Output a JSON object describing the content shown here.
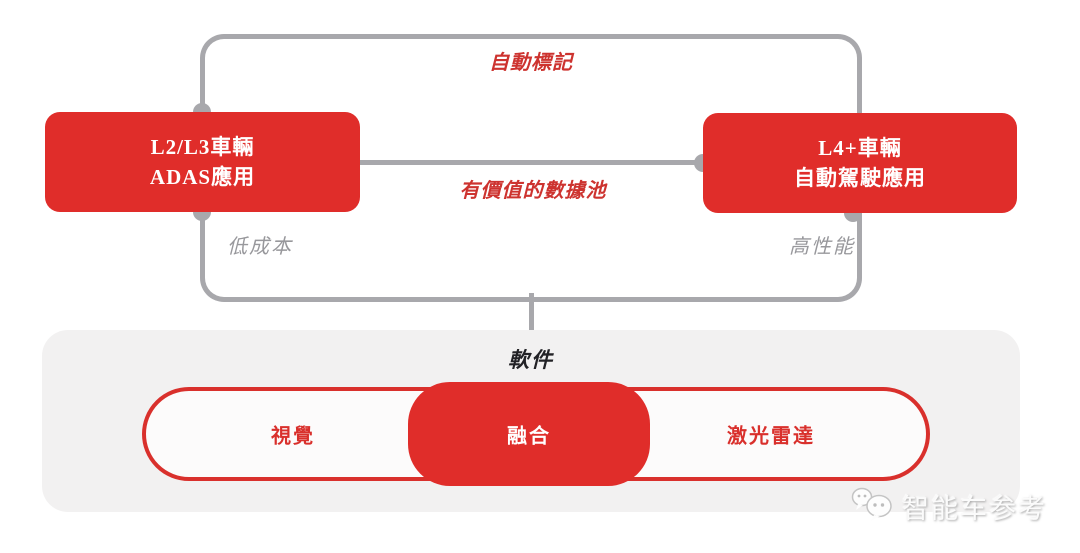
{
  "colors": {
    "box_red": "#e02d2a",
    "label_red": "#cd332f",
    "pill_border_red": "#d9302c",
    "line_gray": "#a8a8ac",
    "muted_gray": "#98989c",
    "panel_gray": "#f2f1f1",
    "title_dark": "#222226",
    "white": "#ffffff"
  },
  "diagram": {
    "top_label": "自動標記",
    "middle_label": "有價值的數據池",
    "left_box": {
      "line1": "L2/L3車輛",
      "line2": "ADAS應用",
      "caption": "低成本"
    },
    "right_box": {
      "line1": "L4+車輛",
      "line2": "自動駕駛應用",
      "caption": "高性能"
    },
    "software_panel": {
      "title": "軟件",
      "segments": [
        {
          "label": "視覺",
          "highlighted": false
        },
        {
          "label": "融合",
          "highlighted": true
        },
        {
          "label": "激光雷達",
          "highlighted": false
        }
      ]
    }
  },
  "watermark": {
    "icon": "wechat-icon",
    "text": "智能车参考"
  }
}
